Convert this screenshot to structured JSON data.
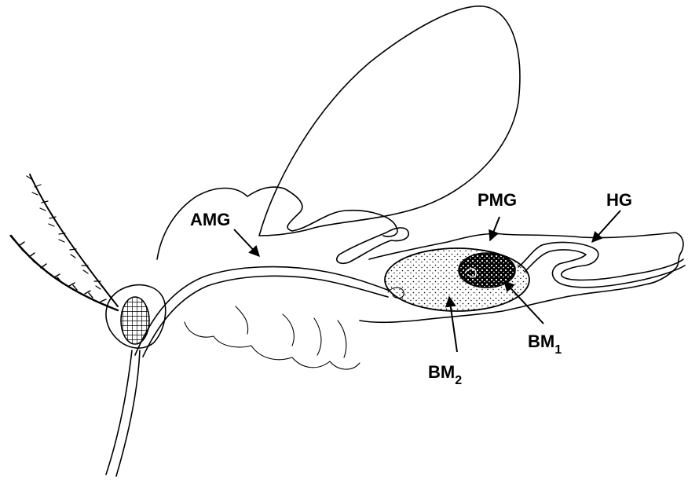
{
  "labels": {
    "amg": "AMG",
    "pmg": "PMG",
    "hg": "HG",
    "bm1_main": "BM",
    "bm1_sub": "1",
    "bm2_main": "BM",
    "bm2_sub": "2"
  },
  "colors": {
    "ink": "#000000",
    "background": "#ffffff"
  }
}
